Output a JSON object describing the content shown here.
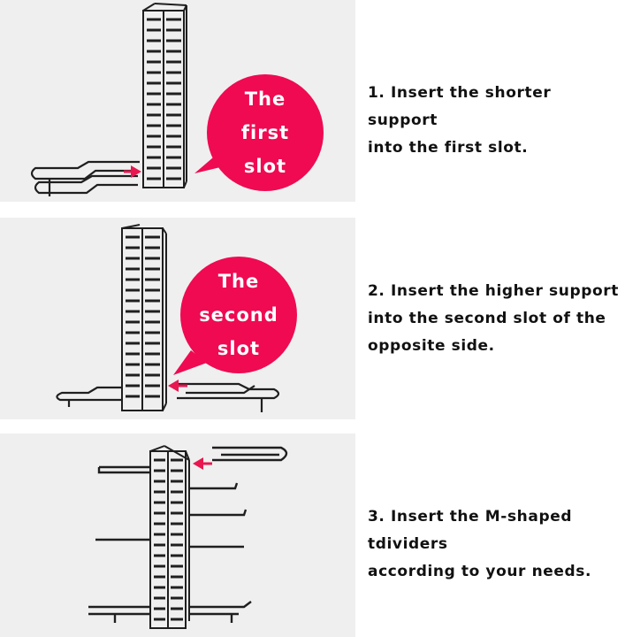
{
  "steps": [
    {
      "bubble_lines": [
        "The",
        "first",
        "slot"
      ],
      "instruction_lines": [
        "1. Insert the shorter support",
        "into the first slot."
      ]
    },
    {
      "bubble_lines": [
        "The",
        "second",
        "slot"
      ],
      "instruction_lines": [
        "2. Insert the higher support",
        "into the second slot of the",
        "opposite side."
      ]
    },
    {
      "instruction_lines": [
        "3. Insert the M-shaped tdividers",
        "according to your needs."
      ]
    }
  ],
  "colors": {
    "bubble": "#ef0a52",
    "arrow": "#e8174f",
    "panel_bg": "#efefef",
    "metal": "#1f1f1f"
  }
}
